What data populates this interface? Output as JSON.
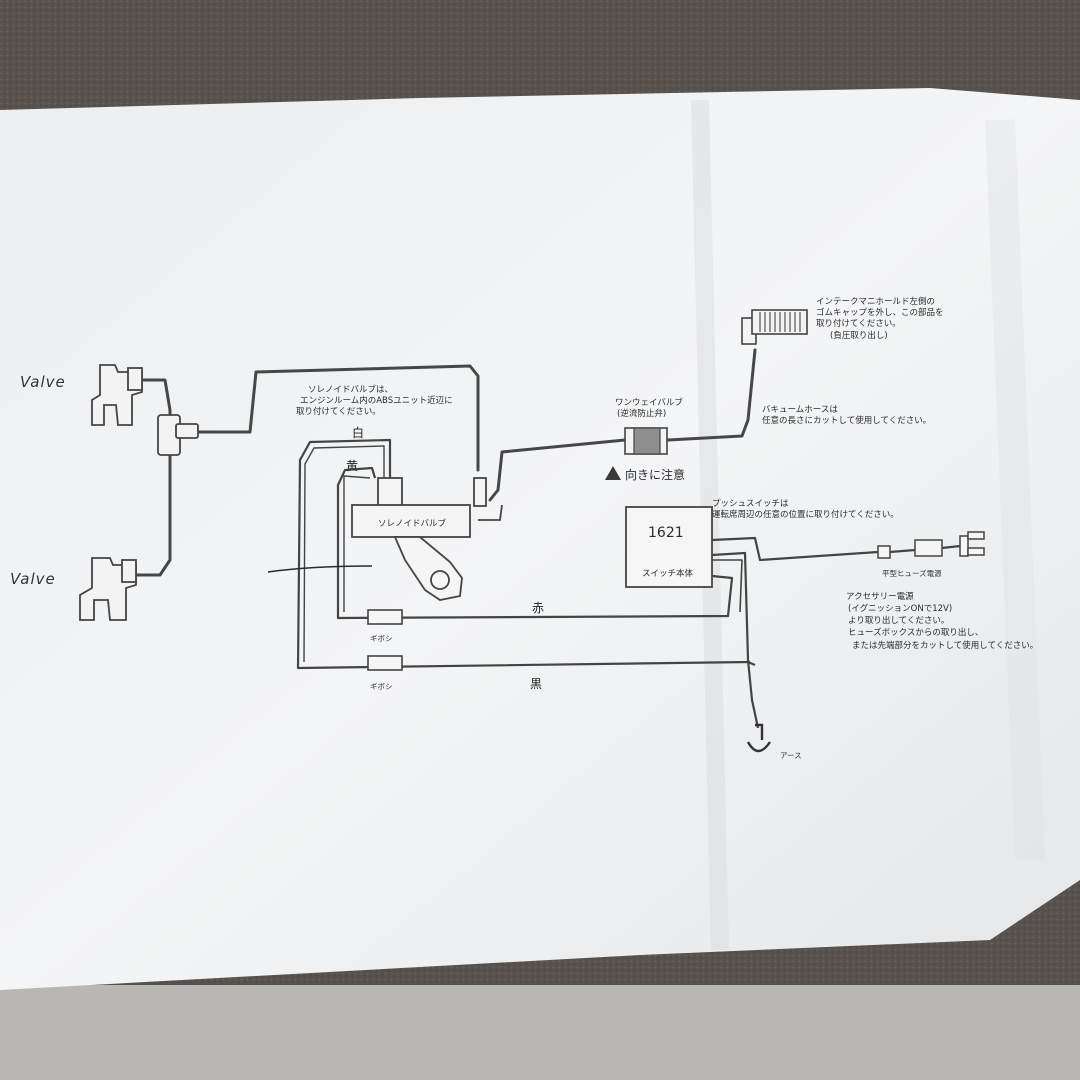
{
  "valves": {
    "upper": "Valve",
    "lower": "Valve"
  },
  "solenoid": {
    "label": "ソレノイドバルブ",
    "note_lines": [
      "ソレノイドバルブは、",
      "エンジンルーム内のABSユニット近辺に",
      "取り付けてください。"
    ]
  },
  "wire_colors": {
    "white": "白",
    "yellow": "黄",
    "red": "赤",
    "black": "黒"
  },
  "connectors": {
    "gibosi_upper": "ギボシ",
    "gibosi_lower": "ギボシ"
  },
  "oneway_valve": {
    "title": "ワンウェイバルブ",
    "subtitle": "(逆流防止弁)",
    "caution": "向きに注意"
  },
  "intake": {
    "note_lines": [
      "インテークマニホールド左側の",
      "ゴムキャップを外し、この部品を",
      "取り付けてください。",
      "(負圧取り出し)"
    ]
  },
  "vacuum_hose": {
    "note_lines": [
      "バキュームホースは",
      "任意の長さにカットして使用してください。"
    ]
  },
  "switch": {
    "model": "1621",
    "label": "スイッチ本体",
    "note_lines": [
      "プッシュスイッチは",
      "運転席周辺の任意の位置に取り付けてください。"
    ]
  },
  "fuse_power": {
    "label": "平型ヒューズ電源"
  },
  "accessory": {
    "note_lines": [
      "アクセサリー電源",
      "(イグニッションONで12V)",
      "より取り出してください。",
      "ヒューズボックスからの取り出し、",
      "または先端部分をカットして使用してください。"
    ]
  },
  "ground": {
    "label": "アース"
  },
  "colors": {
    "paper": "#f1f2f3",
    "line": "#4a4a4a",
    "ground_surface": "#55504c"
  }
}
